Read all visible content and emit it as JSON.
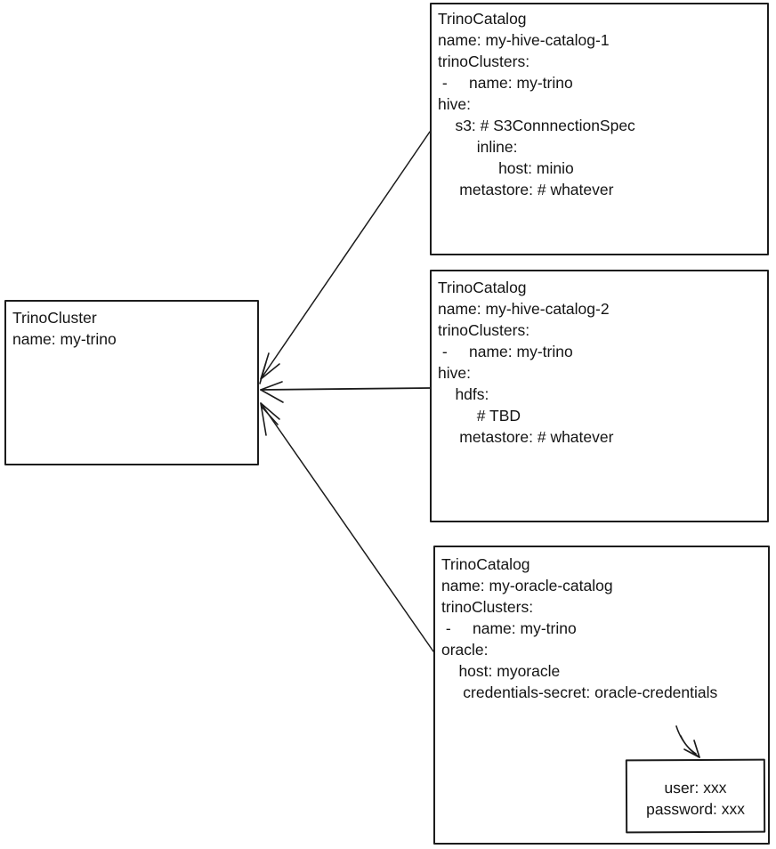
{
  "colors": {
    "ink": "#1b1b1b",
    "background": "#ffffff"
  },
  "cluster_box": {
    "lines": [
      "TrinoCluster",
      "name: my-trino"
    ]
  },
  "catalogs": [
    {
      "id": "catalog-1",
      "lines": [
        "TrinoCatalog",
        "name: my-hive-catalog-1",
        "trinoClusters:",
        " -     name: my-trino",
        "hive:",
        "    s3: # S3ConnnectionSpec",
        "         inline:",
        "              host: minio",
        "     metastore: # whatever"
      ]
    },
    {
      "id": "catalog-2",
      "lines": [
        "TrinoCatalog",
        "name: my-hive-catalog-2",
        "trinoClusters:",
        " -     name: my-trino",
        "hive:",
        "    hdfs:",
        "         # TBD",
        "     metastore: # whatever"
      ]
    },
    {
      "id": "catalog-3",
      "lines": [
        "TrinoCatalog",
        "name: my-oracle-catalog",
        "trinoClusters:",
        " -     name: my-trino",
        "oracle:",
        "    host: myoracle",
        "     credentials-secret: oracle-credentials"
      ]
    }
  ],
  "secret_box": {
    "lines": [
      "user: xxx",
      "password: xxx"
    ]
  }
}
